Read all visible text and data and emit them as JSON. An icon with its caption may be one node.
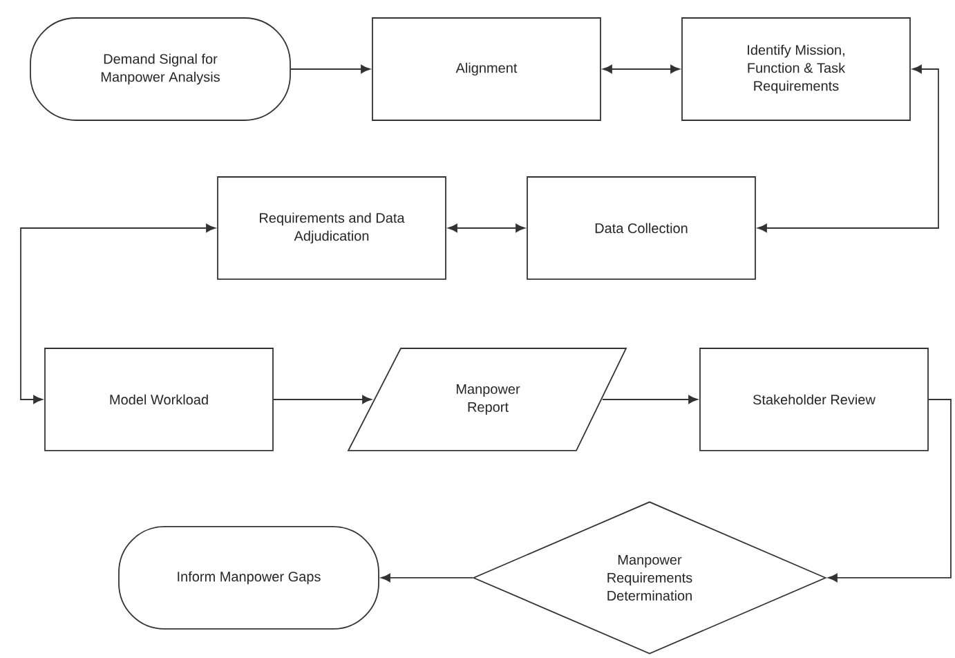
{
  "diagram": {
    "nodes": [
      {
        "text": [
          "Demand Signal for Manpower Analysis"
        ]
      },
      {
        "text": [
          "Alignment"
        ]
      },
      {
        "text": [
          "Identify Mission, Function & Task Requirements"
        ]
      },
      {
        "text": [
          "Data Collection"
        ]
      },
      {
        "text": [
          "Requirements and Data Adjudication"
        ]
      },
      {
        "text": [
          "Model Workload"
        ]
      },
      {
        "text": [
          "Manpower Report"
        ]
      },
      {
        "text": [
          "Stakeholder Review"
        ]
      },
      {
        "text": [
          "Manpower Requirements Determination"
        ]
      },
      {
        "text": [
          "Inform Manpower Gaps"
        ]
      }
    ],
    "edges": [
      {
        "from": 0,
        "to": 1,
        "arrow": "to"
      },
      {
        "from": 1,
        "to": 2,
        "arrow": "both"
      },
      {
        "from": 2,
        "to": 3,
        "arrow": "both"
      },
      {
        "from": 3,
        "to": 4,
        "arrow": "both"
      },
      {
        "from": 4,
        "to": 5,
        "arrow": "both"
      },
      {
        "from": 5,
        "to": 6,
        "arrow": "to"
      },
      {
        "from": 6,
        "to": 7,
        "arrow": "to"
      },
      {
        "from": 7,
        "to": 8,
        "arrow": "to"
      },
      {
        "from": 8,
        "to": 9,
        "arrow": "to"
      }
    ]
  }
}
